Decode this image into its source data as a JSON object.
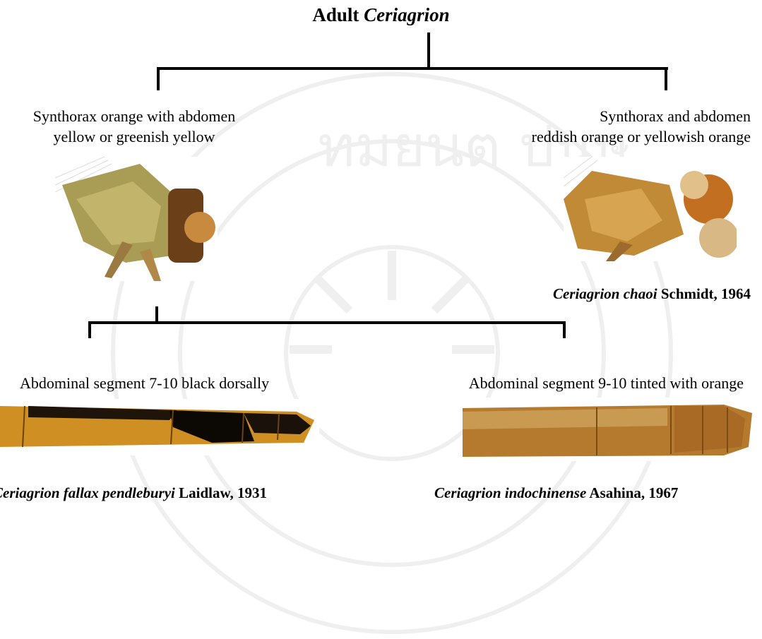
{
  "title": {
    "plain": "Adult ",
    "italic": "Ceriagrion"
  },
  "branch_left": {
    "line1": "Synthorax orange with abdomen",
    "line2": "yellow or greenish yellow"
  },
  "branch_right": {
    "line1": "Synthorax and abdomen",
    "line2": "reddish orange or yellowish orange"
  },
  "species_right": {
    "italic": "Ceriagrion chaoi",
    "plain": " Schmidt, 1964"
  },
  "sub_left": "Abdominal segment 7-10 black dorsally",
  "sub_right": "Abdominal segment 9-10 tinted with orange",
  "species_bottom_left": {
    "italic": "Ceriagrion fallax pendleburyi",
    "plain": " Laidlaw, 1931"
  },
  "species_bottom_right": {
    "italic": "Ceriagrion indochinense",
    "plain": " Asahina, 1967"
  },
  "watermark": {
    "text": "ทมยนต ปนษ"
  },
  "colors": {
    "line": "#000000",
    "watermark": "#6e6e6e"
  }
}
